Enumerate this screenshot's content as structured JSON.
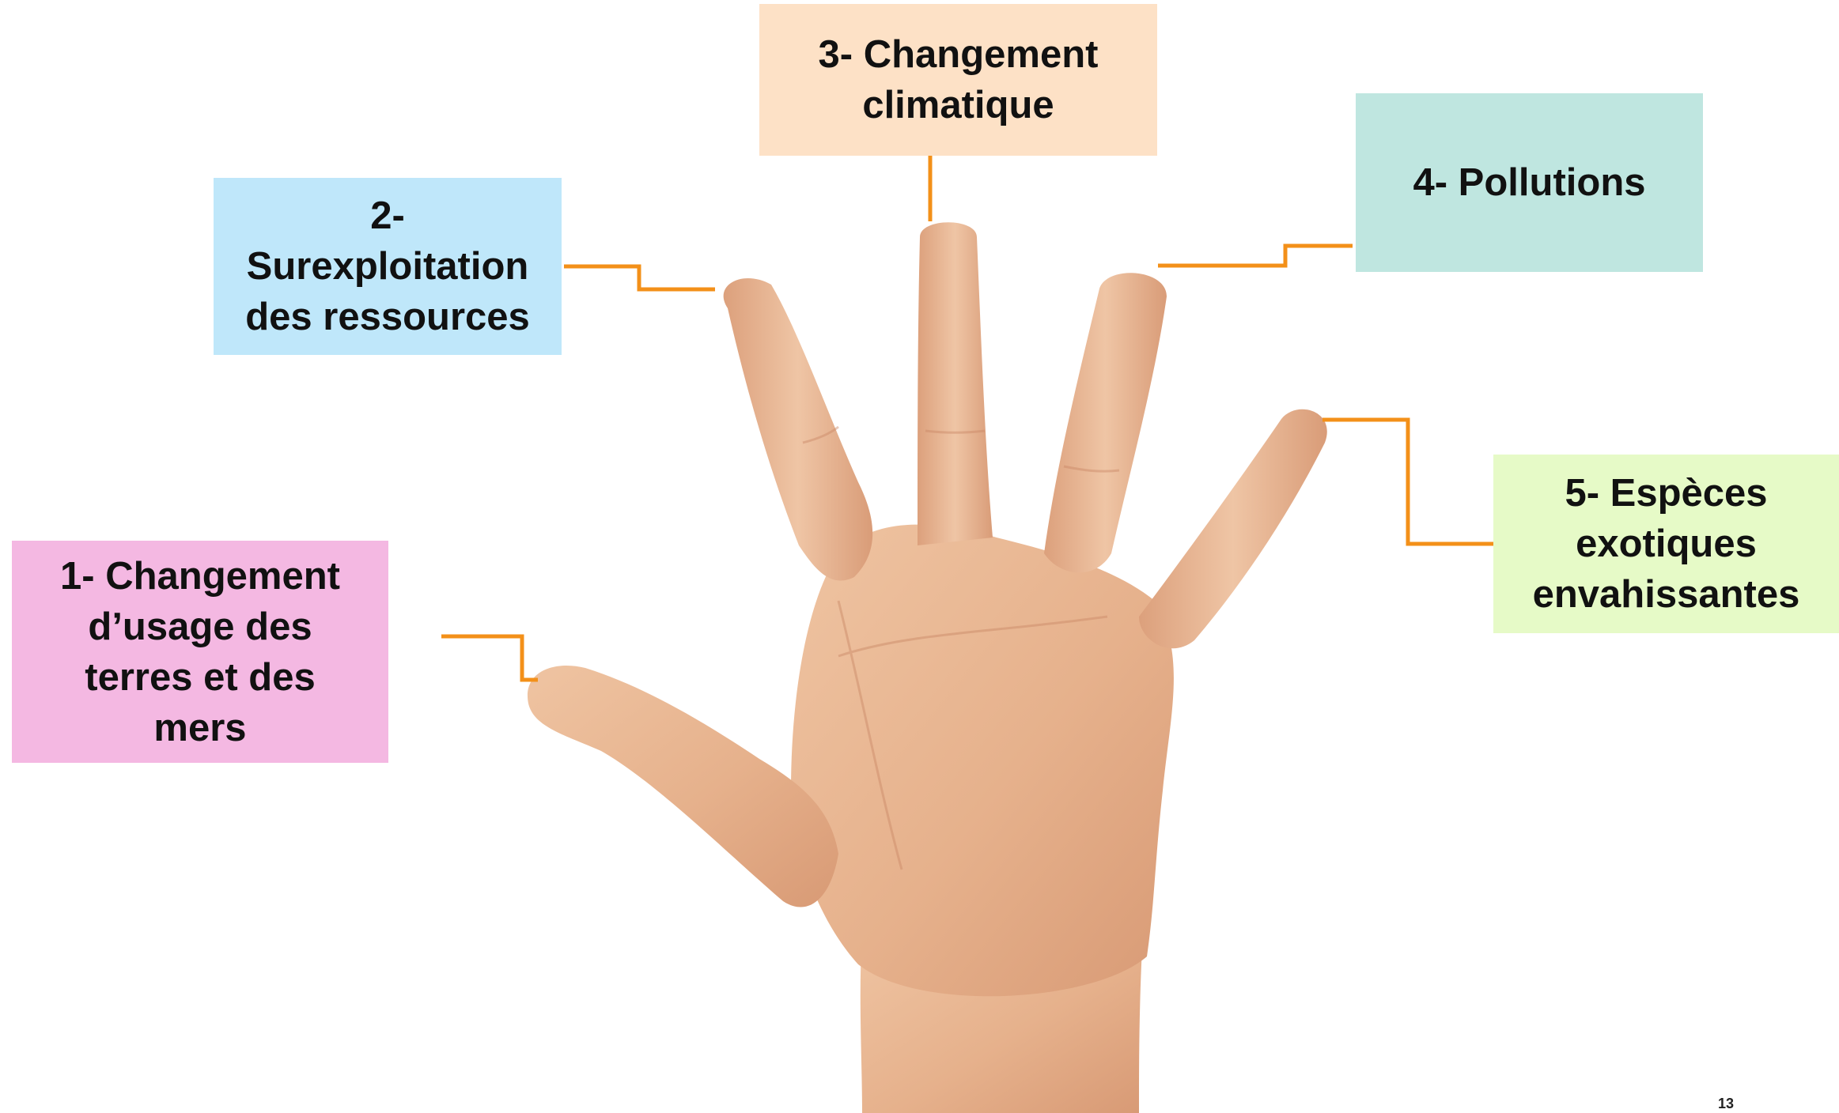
{
  "diagram": {
    "labels": [
      {
        "id": "1",
        "text": "1- Changement d’usage des terres et des mers",
        "color": "#f4b8e2",
        "finger": "thumb"
      },
      {
        "id": "2",
        "text": "2- Surexploitation des ressources",
        "color": "#bfe7fa",
        "finger": "index"
      },
      {
        "id": "3",
        "text": "3- Changement climatique",
        "color": "#fde1c6",
        "finger": "middle"
      },
      {
        "id": "4",
        "text": "4- Pollutions",
        "color": "#bfe6e0",
        "finger": "ring"
      },
      {
        "id": "5",
        "text": "5- Espèces exotiques envahissantes",
        "color": "#e6fac7",
        "finger": "little"
      }
    ],
    "connector_color": "#f39019",
    "skin_color": "#e8b48f"
  },
  "page_number": "13"
}
